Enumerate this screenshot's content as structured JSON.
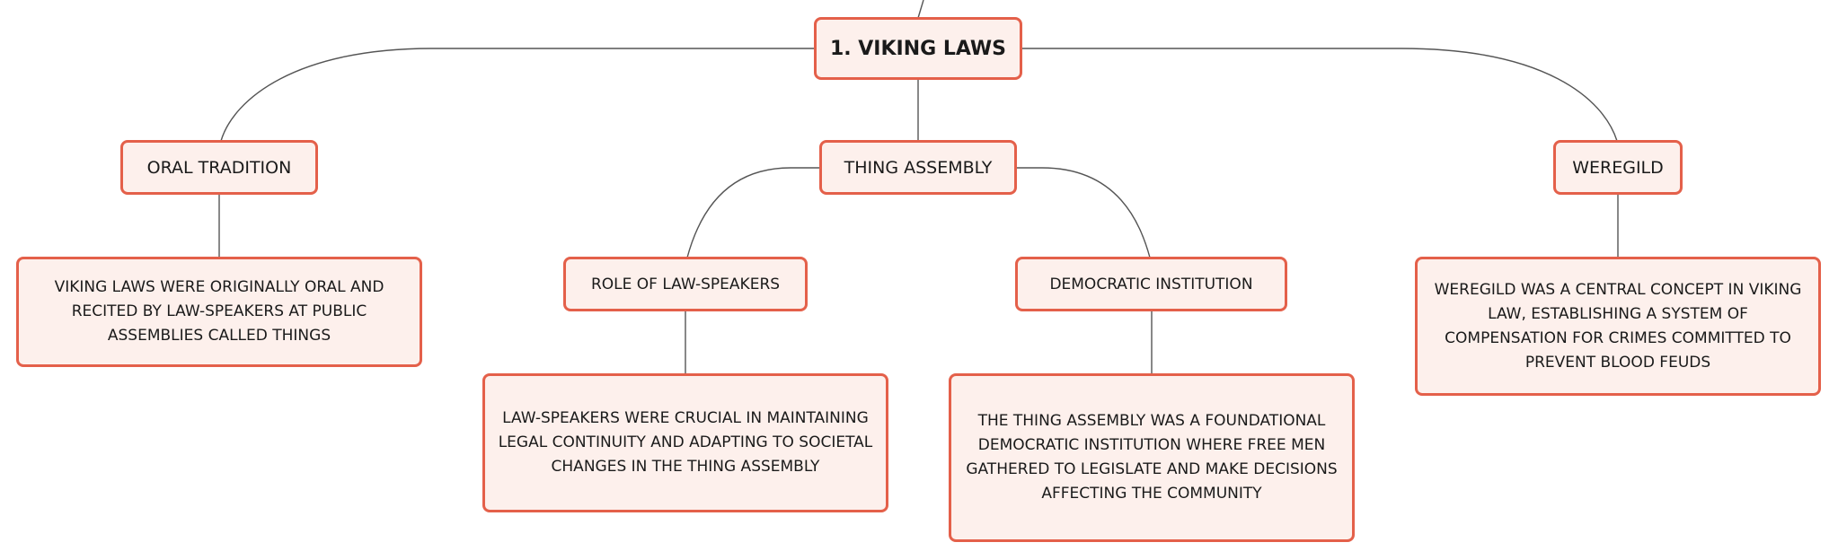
{
  "nodes": {
    "root": "1. VIKING LAWS",
    "oral_tradition": "ORAL TRADITION",
    "thing_assembly": "THING ASSEMBLY",
    "weregild": "WEREGILD",
    "oral_detail": "VIKING LAWS WERE ORIGINALLY ORAL AND RECITED BY LAW-SPEAKERS AT PUBLIC ASSEMBLIES CALLED THINGS",
    "role_law_speakers": "ROLE OF LAW-SPEAKERS",
    "democratic_institution": "DEMOCRATIC INSTITUTION",
    "weregild_detail": "WEREGILD WAS A CENTRAL CONCEPT IN VIKING LAW, ESTABLISHING A SYSTEM OF COMPENSATION FOR CRIMES COMMITTED TO PREVENT BLOOD FEUDS",
    "role_detail": "LAW-SPEAKERS WERE CRUCIAL IN MAINTAINING LEGAL CONTINUITY AND ADAPTING TO SOCIETAL CHANGES IN THE THING ASSEMBLY",
    "democratic_detail": "THE THING ASSEMBLY WAS A FOUNDATIONAL DEMOCRATIC INSTITUTION WHERE FREE MEN GATHERED TO LEGISLATE AND MAKE DECISIONS AFFECTING THE COMMUNITY"
  },
  "colors": {
    "node_fill": "#fdf0ec",
    "node_border": "#e4604a",
    "connector": "#555555"
  }
}
